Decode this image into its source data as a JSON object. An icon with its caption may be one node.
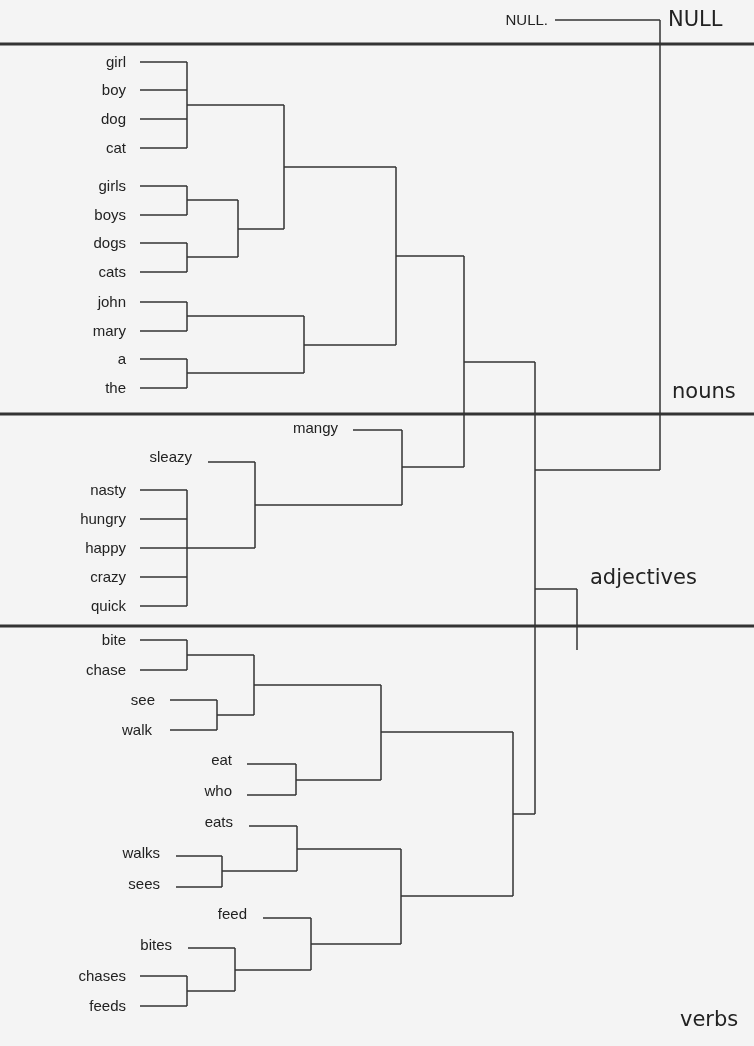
{
  "diagram": {
    "labels": [
      "NULL.",
      "NULL",
      "girl",
      "boy",
      "dog",
      "cat",
      "girls",
      "boys",
      "dogs",
      "cats",
      "john",
      "mary",
      "a",
      "the",
      "nouns",
      "mangy",
      "sleazy",
      "nasty",
      "hungry",
      "happy",
      "crazy",
      "quick",
      "adjectives",
      "bite",
      "chase",
      "see",
      "walk",
      "eat",
      "who",
      "eats",
      "walks",
      "sees",
      "feed",
      "bites",
      "chases",
      "feeds",
      "verbs"
    ]
  }
}
